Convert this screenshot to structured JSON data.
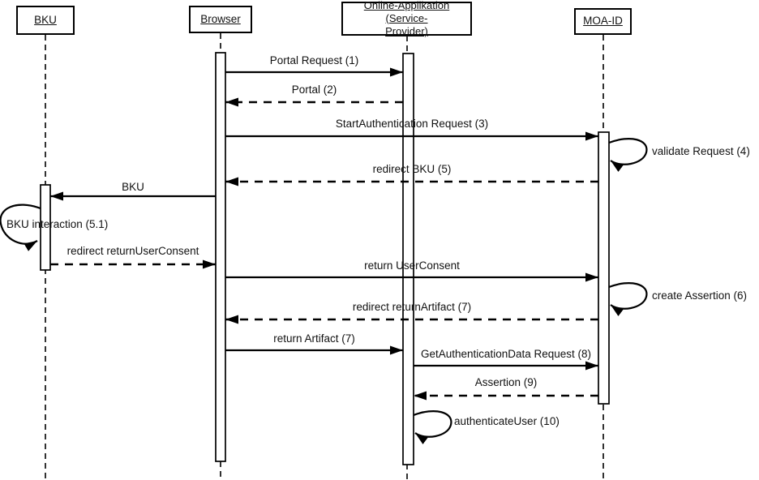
{
  "diagram": {
    "type": "uml-sequence",
    "colors": {
      "line": "#000000",
      "text": "#111111",
      "background": "#ffffff"
    },
    "actors": [
      {
        "label": "BKU"
      },
      {
        "label": "Browser"
      },
      {
        "label": "Online-Applikation (Service-Provider)",
        "lines": [
          "Online-Applikation (Service-",
          "Provider)"
        ]
      },
      {
        "label": "MOA-ID"
      }
    ],
    "messages": [
      {
        "label": "Portal Request (1)",
        "from": "Browser",
        "to": "Online-Applikation (Service-Provider)",
        "line": "solid"
      },
      {
        "label": "Portal (2)",
        "from": "Online-Applikation (Service-Provider)",
        "to": "Browser",
        "line": "dashed"
      },
      {
        "label": "StartAuthentication Request (3)",
        "from": "Browser",
        "to": "MOA-ID",
        "line": "solid"
      },
      {
        "label": "validate Request (4)",
        "from": "MOA-ID",
        "to": "MOA-ID",
        "line": "self"
      },
      {
        "label": "redirect BKU (5)",
        "from": "MOA-ID",
        "to": "Browser",
        "line": "dashed"
      },
      {
        "label": "BKU",
        "from": "Browser",
        "to": "BKU",
        "line": "solid"
      },
      {
        "label": "BKU interaction (5.1)",
        "from": "BKU",
        "to": "BKU",
        "line": "self"
      },
      {
        "label": "redirect returnUserConsent",
        "from": "BKU",
        "to": "Browser",
        "line": "dashed"
      },
      {
        "label": "return UserConsent",
        "from": "Browser",
        "to": "MOA-ID",
        "line": "solid"
      },
      {
        "label": "create Assertion (6)",
        "from": "MOA-ID",
        "to": "MOA-ID",
        "line": "self"
      },
      {
        "label": "redirect returnArtifact (7)",
        "from": "MOA-ID",
        "to": "Browser",
        "line": "dashed"
      },
      {
        "label": "return Artifact (7)",
        "from": "Browser",
        "to": "Online-Applikation (Service-Provider)",
        "line": "solid"
      },
      {
        "label": "GetAuthenticationData Request (8)",
        "from": "Online-Applikation (Service-Provider)",
        "to": "MOA-ID",
        "line": "solid"
      },
      {
        "label": "Assertion (9)",
        "from": "MOA-ID",
        "to": "Online-Applikation (Service-Provider)",
        "line": "dashed"
      },
      {
        "label": "authenticateUser (10)",
        "from": "Online-Applikation (Service-Provider)",
        "to": "Online-Applikation (Service-Provider)",
        "line": "self"
      }
    ]
  }
}
